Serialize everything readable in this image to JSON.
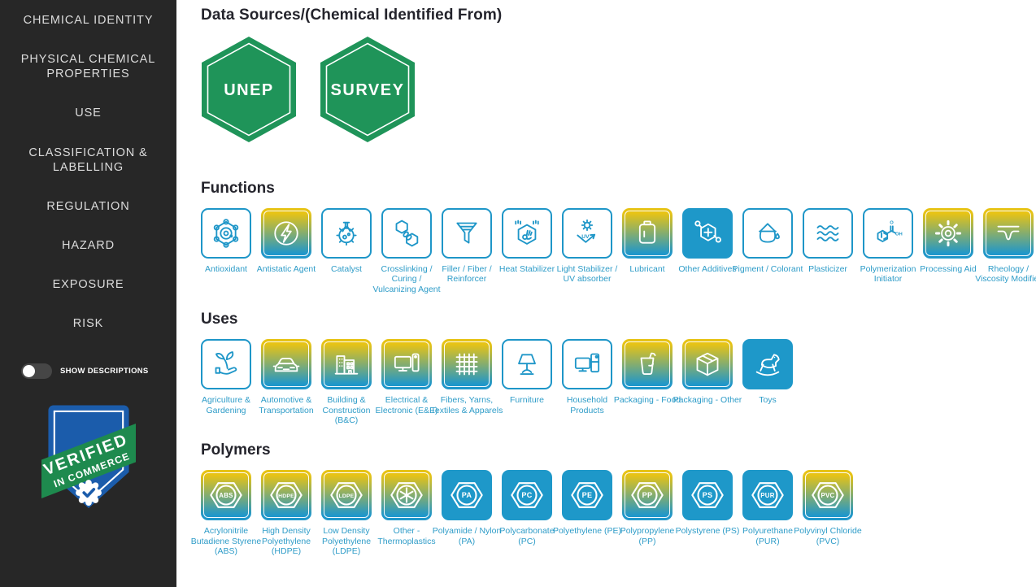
{
  "colors": {
    "accent_blue": "#1E97C9",
    "gradient_yellow": "#E7C315",
    "hexagon_green": "#1F9459",
    "shield_blue": "#1B5CAB",
    "ribbon_green": "#1E8A4E",
    "sidebar_bg": "#272727"
  },
  "sidebar": {
    "items": [
      "CHEMICAL IDENTITY",
      "PHYSICAL CHEMICAL PROPERTIES",
      "USE",
      "CLASSIFICATION & LABELLING",
      "REGULATION",
      "HAZARD",
      "EXPOSURE",
      "RISK"
    ],
    "toggle_label": "SHOW DESCRIPTIONS",
    "toggle_state": "off",
    "badge": {
      "line1": "VERIFIED",
      "line2": "IN COMMERCE"
    }
  },
  "main": {
    "title": "Data Sources/(Chemical Identified From)",
    "data_sources": [
      "UNEP",
      "SURVEY"
    ],
    "sections": [
      {
        "heading": "Functions",
        "items": [
          {
            "label": "Antioxidant",
            "icon": "molecule",
            "style": "outline"
          },
          {
            "label": "Antistatic Agent",
            "icon": "lightning-circle",
            "style": "gradient"
          },
          {
            "label": "Catalyst",
            "icon": "flask-gear",
            "style": "outline"
          },
          {
            "label": "Crosslinking / Curing / Vulcanizing Agent",
            "icon": "linked-hexagons",
            "style": "outline"
          },
          {
            "label": "Filler / Fiber / Reinforcer",
            "icon": "funnel-lines",
            "style": "outline"
          },
          {
            "label": "Heat Stabilizer",
            "icon": "hexagon-ok-hand",
            "style": "outline"
          },
          {
            "label": "Light Stabilizer / UV absorber",
            "icon": "sun-uv-arrow",
            "style": "outline"
          },
          {
            "label": "Lubricant",
            "icon": "oil-bottle",
            "style": "gradient"
          },
          {
            "label": "Other Additives",
            "icon": "hexagon-plus",
            "style": "solid"
          },
          {
            "label": "Pigment / Colorant",
            "icon": "paint-bucket",
            "style": "outline"
          },
          {
            "label": "Plasticizer",
            "icon": "waves",
            "style": "outline"
          },
          {
            "label": "Polymerization Initiator",
            "icon": "benzoic-acid",
            "style": "outline"
          },
          {
            "label": "Processing Aid",
            "icon": "gear",
            "style": "gradient"
          },
          {
            "label": "Rheology / Viscosity Modifier",
            "icon": "viscosity-curve",
            "style": "gradient"
          }
        ]
      },
      {
        "heading": "Uses",
        "items": [
          {
            "label": "Agriculture & Gardening",
            "icon": "hand-leaves",
            "style": "outline"
          },
          {
            "label": "Automotive & Transportation",
            "icon": "car",
            "style": "gradient"
          },
          {
            "label": "Building & Construction (B&C)",
            "icon": "buildings",
            "style": "gradient"
          },
          {
            "label": "Electrical & Electronic (E&E)",
            "icon": "monitor-devices",
            "style": "gradient"
          },
          {
            "label": "Fibers, Yarns, Textiles & Apparels",
            "icon": "woven-grid",
            "style": "gradient"
          },
          {
            "label": "Furniture",
            "icon": "lamp",
            "style": "outline"
          },
          {
            "label": "Household Products",
            "icon": "household-appliances",
            "style": "outline"
          },
          {
            "label": "Packaging - Food",
            "icon": "drink-cup",
            "style": "gradient"
          },
          {
            "label": "Packaging - Other",
            "icon": "box",
            "style": "gradient"
          },
          {
            "label": "Toys",
            "icon": "rocking-horse",
            "style": "solid"
          }
        ]
      },
      {
        "heading": "Polymers",
        "items": [
          {
            "label": "Acrylonitrile Butadiene Styrene (ABS)",
            "icon": "polymer-hexagon",
            "icon_text": "ABS",
            "style": "gradient"
          },
          {
            "label": "High Density Polyethylene (HDPE)",
            "icon": "polymer-hexagon",
            "icon_text": "HDPE",
            "style": "gradient"
          },
          {
            "label": "Low Density Polyethylene (LDPE)",
            "icon": "polymer-hexagon",
            "icon_text": "LDPE",
            "style": "gradient"
          },
          {
            "label": "Other - Thermoplastics",
            "icon": "polymer-hexagon-snowflake",
            "style": "gradient"
          },
          {
            "label": "Polyamide / Nylon (PA)",
            "icon": "polymer-hexagon",
            "icon_text": "PA",
            "style": "solid"
          },
          {
            "label": "Polycarbonate (PC)",
            "icon": "polymer-hexagon",
            "icon_text": "PC",
            "style": "solid"
          },
          {
            "label": "Polyethylene (PE)",
            "icon": "polymer-hexagon",
            "icon_text": "PE",
            "style": "solid"
          },
          {
            "label": "Polypropylene (PP)",
            "icon": "polymer-hexagon",
            "icon_text": "PP",
            "style": "gradient"
          },
          {
            "label": "Polystyrene (PS)",
            "icon": "polymer-hexagon",
            "icon_text": "PS",
            "style": "solid"
          },
          {
            "label": "Polyurethane (PUR)",
            "icon": "polymer-hexagon",
            "icon_text": "PUR",
            "style": "solid"
          },
          {
            "label": "Polyvinyl Chloride (PVC)",
            "icon": "polymer-hexagon",
            "icon_text": "PVC",
            "style": "gradient"
          }
        ]
      }
    ]
  }
}
